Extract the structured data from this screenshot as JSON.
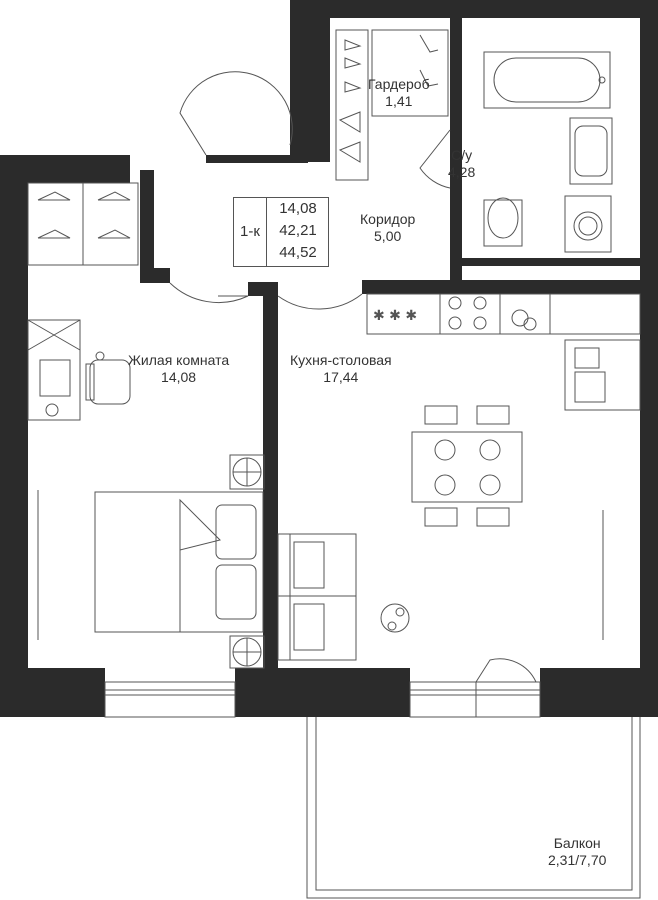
{
  "plan": {
    "unit_type": "1-к",
    "living_area": "14,08",
    "total_area": "42,21",
    "total_area_with_balcony": "44,52"
  },
  "rooms": {
    "wardrobe": {
      "name": "Гардероб",
      "area": "1,41"
    },
    "bathroom": {
      "name": "С/у",
      "area": "4,28"
    },
    "corridor": {
      "name": "Коридор",
      "area": "5,00"
    },
    "living_room": {
      "name": "Жилая комната",
      "area": "14,08"
    },
    "kitchen": {
      "name": "Кухня-столовая",
      "area": "17,44"
    },
    "balcony": {
      "name": "Балкон",
      "area": "2,31/7,70"
    }
  },
  "colors": {
    "wall": "#2b2b2b",
    "line": "#555555",
    "background": "#ffffff"
  }
}
